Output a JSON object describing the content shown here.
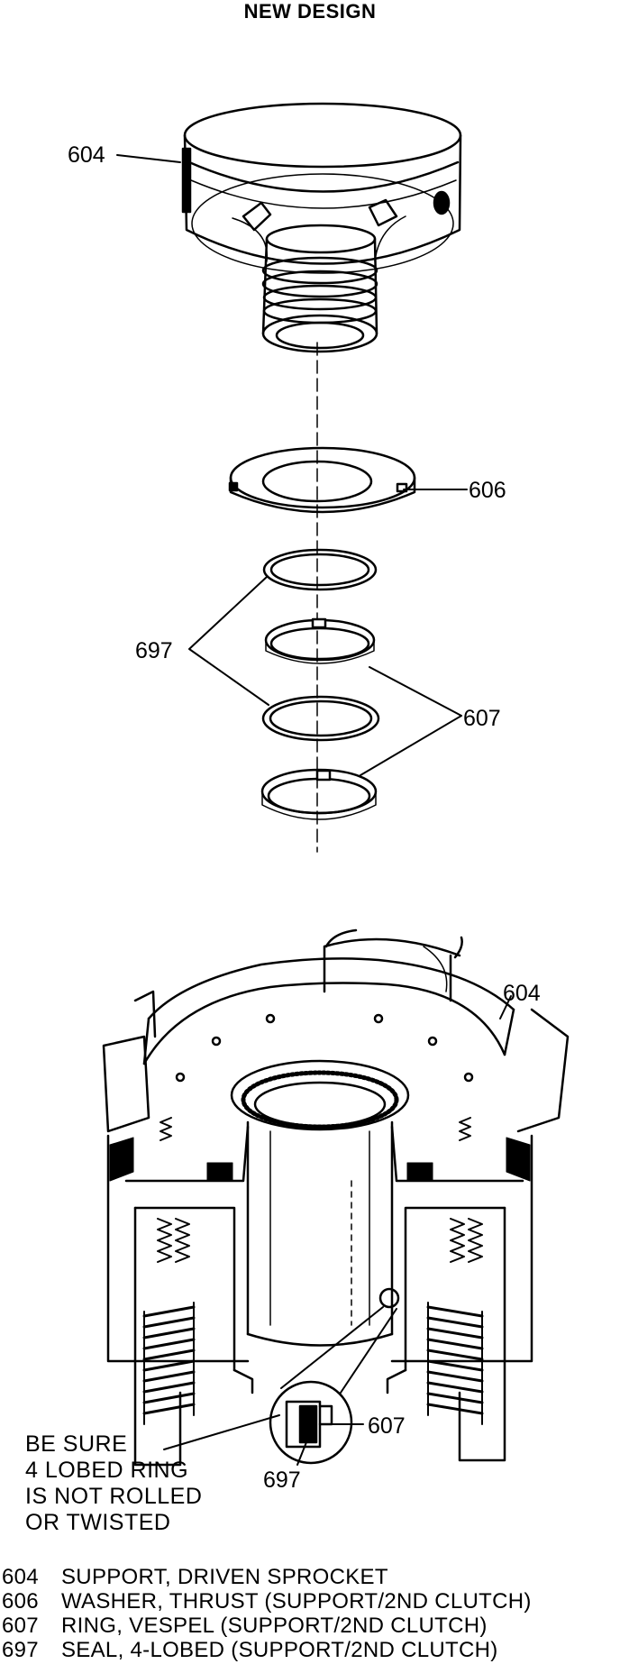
{
  "title": "NEW DESIGN",
  "callouts": {
    "top_604": "604",
    "washer_606": "606",
    "seal_697": "697",
    "ring_607": "607",
    "section_604": "604",
    "detail_607": "607",
    "detail_697": "697"
  },
  "note_lines": [
    "BE SURE",
    "4 LOBED RING",
    "IS NOT ROLLED",
    "OR TWISTED"
  ],
  "legend": [
    {
      "num": "604",
      "desc": "SUPPORT, DRIVEN SPROCKET"
    },
    {
      "num": "606",
      "desc": "WASHER, THRUST (SUPPORT/2ND CLUTCH)"
    },
    {
      "num": "607",
      "desc": "RING, VESPEL (SUPPORT/2ND CLUTCH)"
    },
    {
      "num": "697",
      "desc": "SEAL, 4-LOBED (SUPPORT/2ND CLUTCH)"
    }
  ]
}
